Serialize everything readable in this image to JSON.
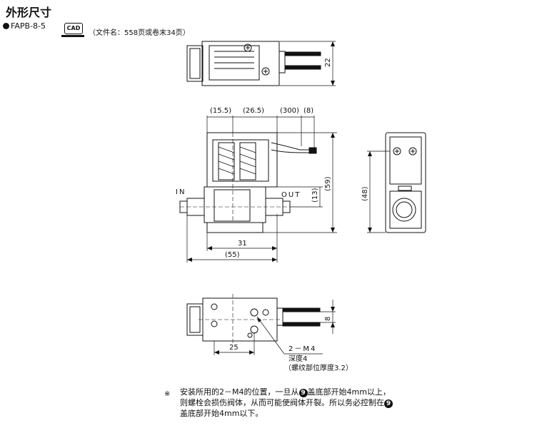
{
  "header": {
    "title": "外形尺寸",
    "model": "FAPB-8-5",
    "cad_label": "CAD",
    "file_ref": "（文件名：558页或卷末34页）"
  },
  "views": {
    "top": {
      "dim_height": "22"
    },
    "front": {
      "dim_15_5": "(15.5)",
      "dim_26_5": "(26.5)",
      "dim_300": "(300)",
      "dim_8": "(8)",
      "dim_13": "(13)",
      "dim_59": "(59)",
      "dim_31": "31",
      "dim_55": "(55)",
      "label_in": "IN",
      "label_out": "OUT"
    },
    "side": {
      "dim_48": "(48)"
    },
    "bottom": {
      "dim_8": "8",
      "dim_25": "25",
      "callout_thread": "2－M4",
      "callout_depth": "深度4",
      "callout_note": "（螺纹部位厚度3.2）"
    }
  },
  "footnote": {
    "mark": "※",
    "line1_a": "安装所用的2－M4的位置，一旦从",
    "marker1": "9",
    "line1_b": "盖底部开始4mm以上，",
    "line2_a": "则螺栓会损伤阀体，从而可能使阀体开裂。所以务必控制在",
    "marker2": "9",
    "line3": "盖底部开始4mm以下。"
  }
}
